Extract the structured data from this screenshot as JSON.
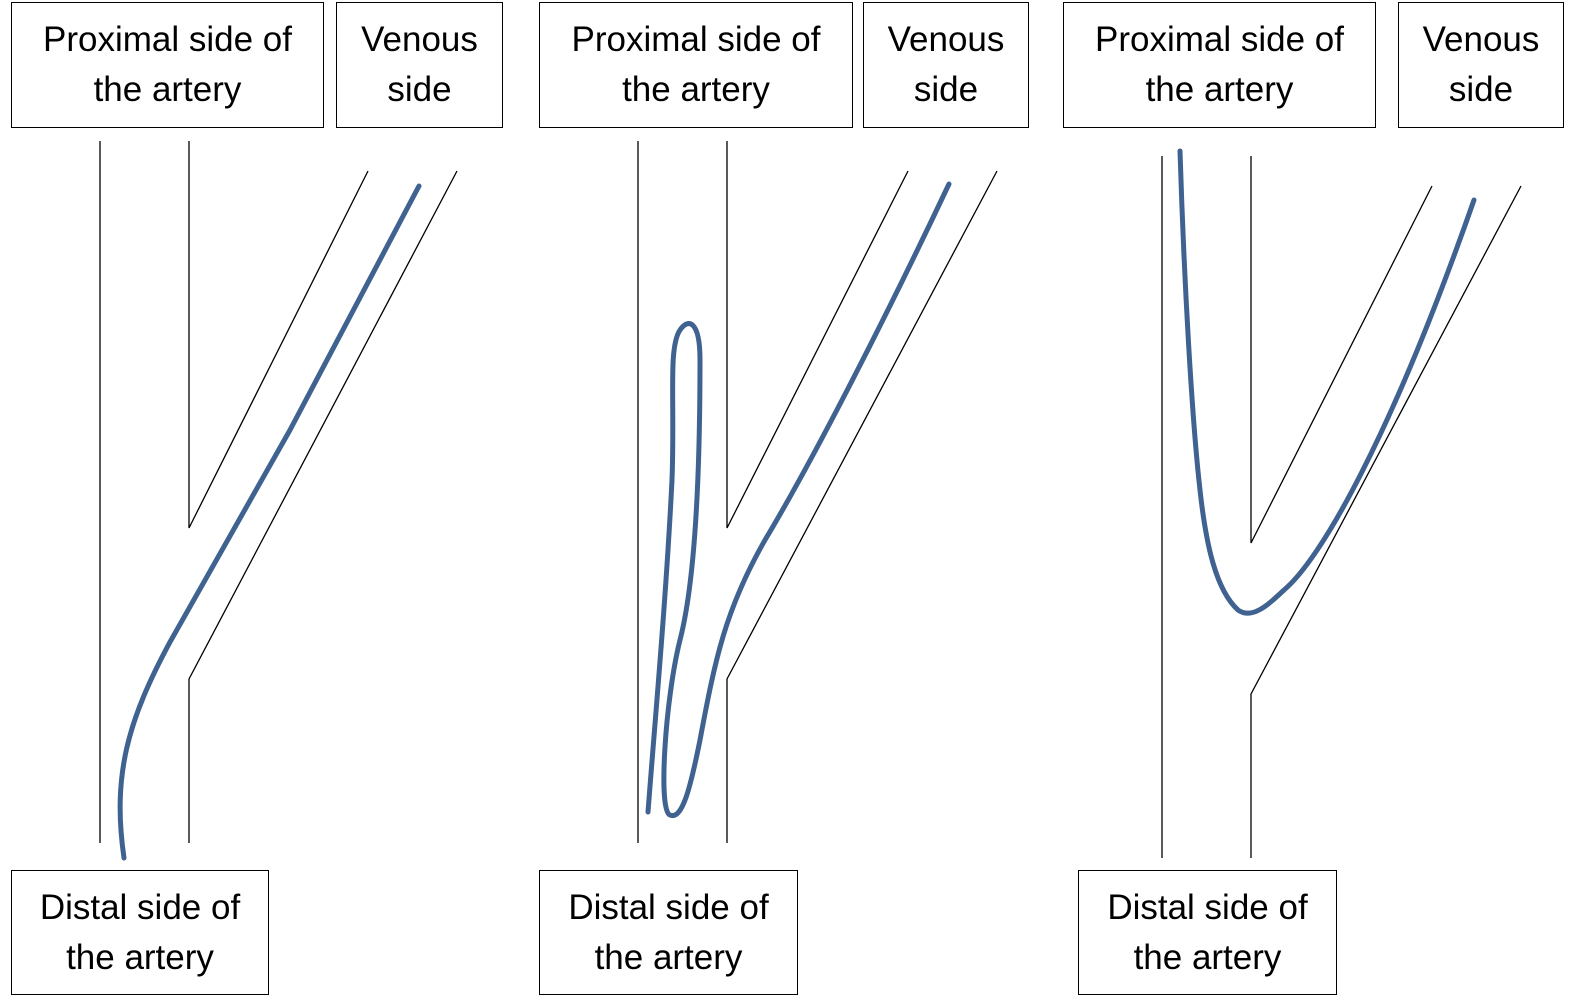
{
  "panels": [
    {
      "proximal_label": "Proximal side of\nthe artery",
      "venous_label": "Venous\nside",
      "distal_label": "Distal side of\nthe artery"
    },
    {
      "proximal_label": "Proximal side of\nthe artery",
      "venous_label": "Venous\nside",
      "distal_label": "Distal side of\nthe artery"
    },
    {
      "proximal_label": "Proximal side of\nthe artery",
      "venous_label": "Venous\nside",
      "distal_label": "Distal side of\nthe artery"
    }
  ],
  "colors": {
    "guidewire": "#3f6291",
    "vessel_wall": "#000000",
    "background": "#ffffff"
  }
}
